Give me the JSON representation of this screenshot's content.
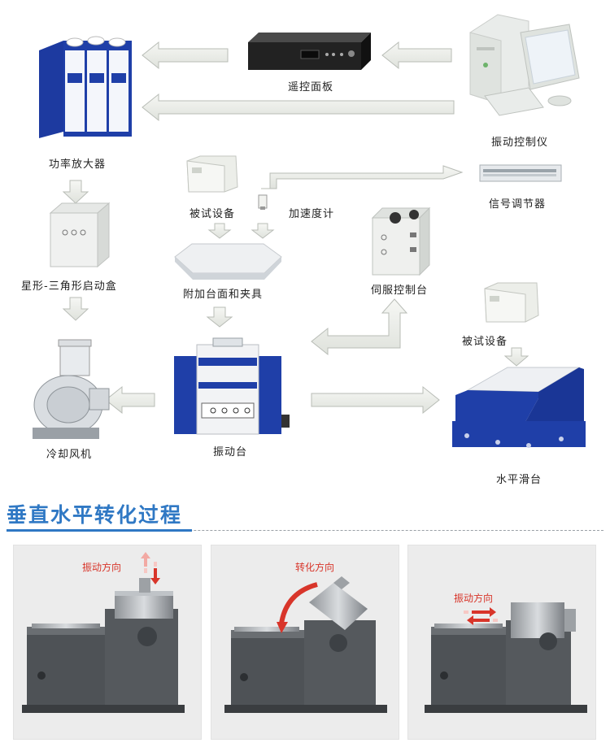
{
  "section_title": "垂直水平转化过程",
  "labels": {
    "remote_panel": "遥控面板",
    "vibration_controller": "振动控制仪",
    "power_amplifier": "功率放大器",
    "signal_conditioner": "信号调节器",
    "star_delta_starter": "星形-三角形启动盒",
    "test_device_1": "被试设备",
    "accelerometer": "加速度计",
    "fixture": "附加台面和夹具",
    "servo_console": "伺服控制台",
    "test_device_2": "被试设备",
    "cooling_fan": "冷却风机",
    "shaker": "振动台",
    "slip_table": "水平滑台"
  },
  "panels": [
    {
      "caption": "振动方向"
    },
    {
      "caption": "转化方向"
    },
    {
      "caption": "振动方向"
    }
  ],
  "colors": {
    "accent_blue": "#2f78c4",
    "machine_blue": "#1f3fa8",
    "arrow_fill": "#eef0ec",
    "arrow_stroke": "#b8bcb6",
    "red": "#d8352a"
  }
}
